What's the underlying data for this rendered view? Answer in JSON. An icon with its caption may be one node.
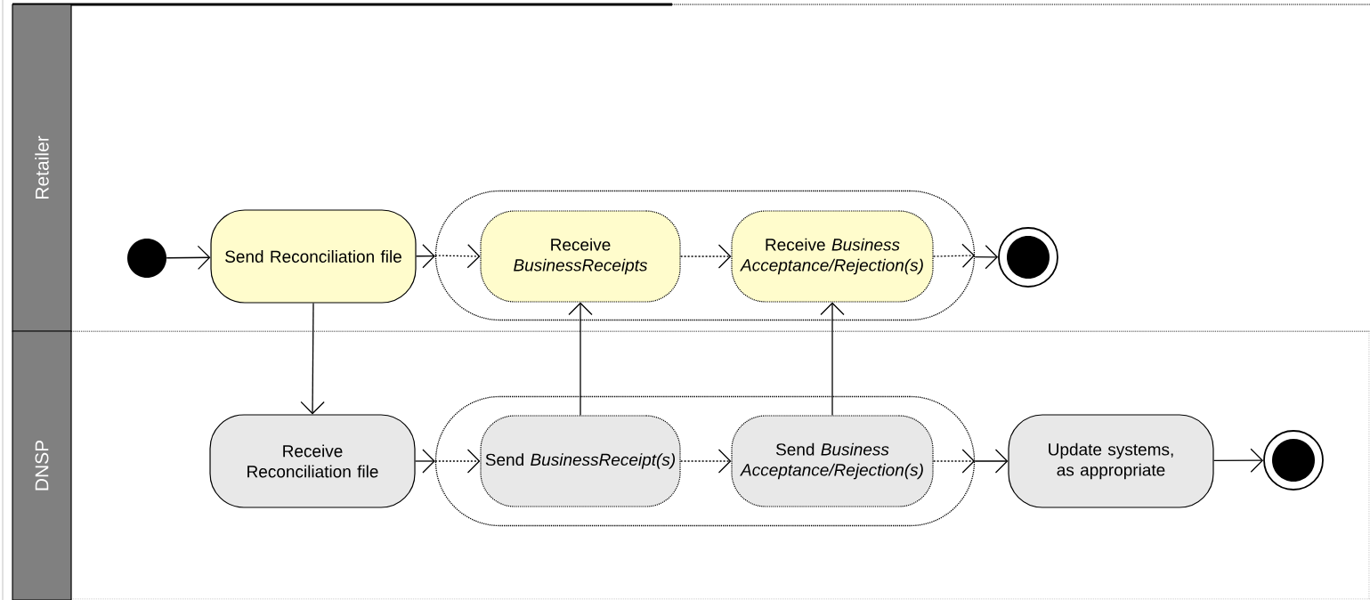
{
  "diagram": {
    "nodes": [
      {
        "text": [
          "Retailer"
        ]
      },
      {
        "text": [
          "DNSP"
        ]
      },
      {
        "text": [],
        "shape": "circle",
        "in": 0
      },
      {
        "text": [
          "Send Reconciliation file"
        ],
        "in": 0
      },
      {
        "text": [],
        "shape": "ellipse",
        "in": 0
      },
      {
        "text": [
          "Receive *BusinessReceipts*"
        ],
        "in": 4
      },
      {
        "text": [
          "Receive *Business Acceptance/Rejection(s)*"
        ],
        "in": 4
      },
      {
        "text": [],
        "shape": "circle",
        "in": 0
      },
      {
        "text": [
          "Receive Reconciliation file"
        ],
        "in": 1
      },
      {
        "text": [],
        "shape": "ellipse",
        "in": 1
      },
      {
        "text": [
          "Send *BusinessReceipt(s)*"
        ],
        "in": 9
      },
      {
        "text": [
          "Send *Business Acceptance/Rejection(s)*"
        ],
        "in": 9
      },
      {
        "text": [
          "Update systems, as appropriate"
        ],
        "in": 1
      },
      {
        "text": [],
        "shape": "circle",
        "in": 1
      }
    ],
    "edges": [
      {
        "from": 2,
        "to": 3,
        "arrow": "to"
      },
      {
        "from": 3,
        "to": 4,
        "arrow": "to"
      },
      {
        "from": 4,
        "to": 5,
        "arrow": "to",
        "style": "dashed"
      },
      {
        "from": 5,
        "to": 6,
        "arrow": "to",
        "style": "dashed"
      },
      {
        "from": 6,
        "to": 4,
        "arrow": "to",
        "style": "dashed"
      },
      {
        "from": 4,
        "to": 7,
        "arrow": "to"
      },
      {
        "from": 3,
        "to": 8,
        "arrow": "to"
      },
      {
        "from": 8,
        "to": 9,
        "arrow": "to"
      },
      {
        "from": 9,
        "to": 10,
        "arrow": "to",
        "style": "dashed"
      },
      {
        "from": 10,
        "to": 11,
        "arrow": "to",
        "style": "dashed"
      },
      {
        "from": 11,
        "to": 9,
        "arrow": "to",
        "style": "dashed"
      },
      {
        "from": 9,
        "to": 12,
        "arrow": "to"
      },
      {
        "from": 12,
        "to": 13,
        "arrow": "to"
      },
      {
        "from": 10,
        "to": 5,
        "arrow": "to"
      },
      {
        "from": 11,
        "to": 6,
        "arrow": "to"
      }
    ]
  }
}
